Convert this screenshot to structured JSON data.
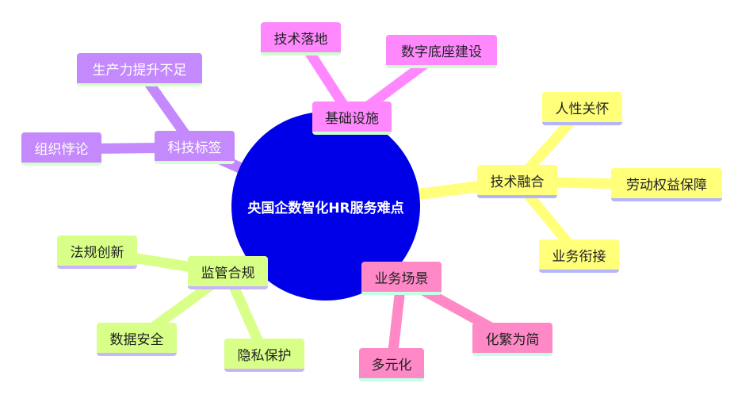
{
  "root": "央国企数智化HR服务难点",
  "branches": [
    {
      "label": "基础设施",
      "color": "#ff88ff",
      "children": [
        "技术落地",
        "数字底座建设"
      ]
    },
    {
      "label": "技术融合",
      "color": "#ffff7a",
      "children": [
        "人性关怀",
        "劳动权益保障",
        "业务衔接"
      ]
    },
    {
      "label": "业务场景",
      "color": "#ff88c6",
      "children": [
        "化繁为简",
        "多元化"
      ]
    },
    {
      "label": "监管合规",
      "color": "#d8ff88",
      "children": [
        "法规创新",
        "数据安全",
        "隐私保护"
      ]
    },
    {
      "label": "科技标签",
      "color": "#c389fd",
      "children": [
        "生产力提升不足",
        "组织悖论"
      ]
    }
  ]
}
